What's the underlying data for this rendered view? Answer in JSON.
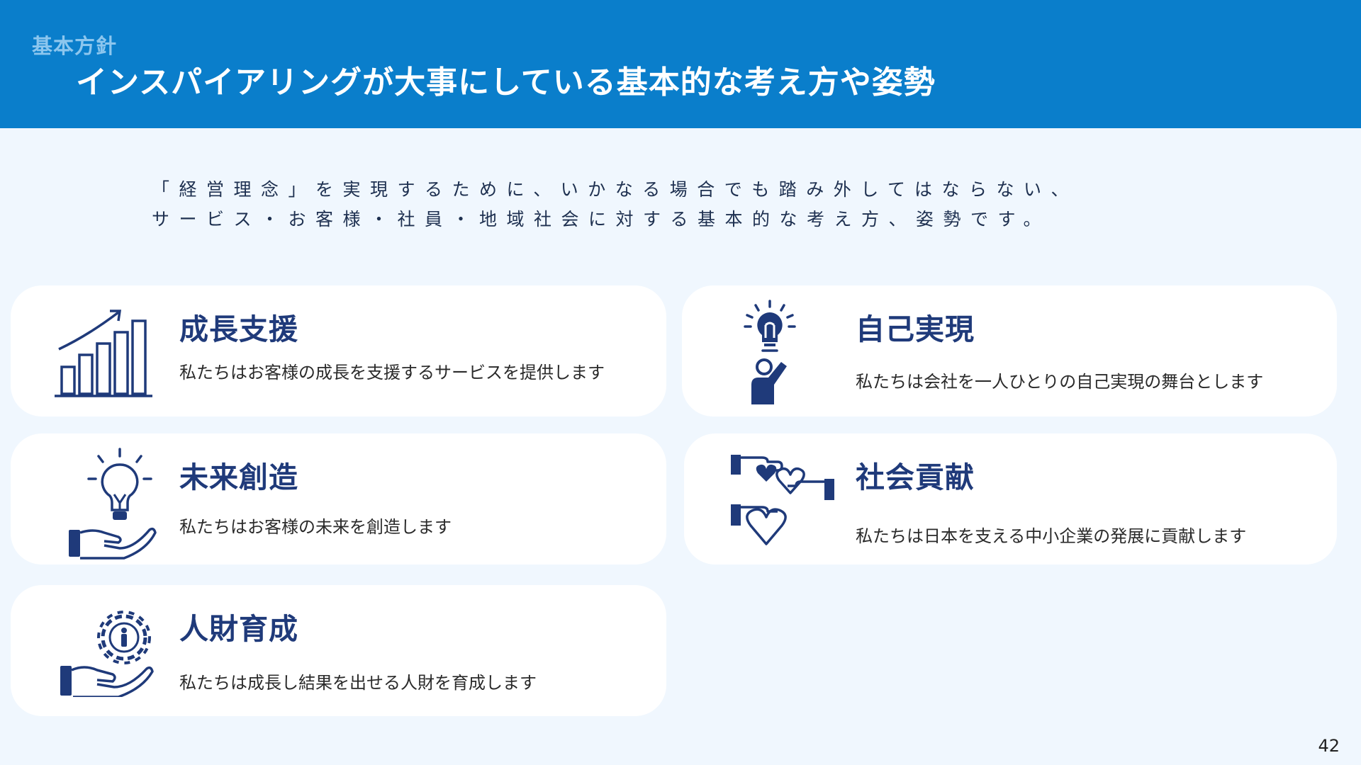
{
  "header": {
    "section_label": "基本方針",
    "title": "インスパイアリングが大事にしている基本的な考え方や姿勢"
  },
  "intro": {
    "line1": "「経営理念」を実現するために、いかなる場合でも踏み外してはならない、",
    "line2": "サービス・お客様・社員・地域社会に対する基本的な考え方、姿勢です。"
  },
  "cards": [
    {
      "title": "成長支援",
      "desc": "私たちはお客様の成長を支援するサービスを提供します",
      "icon": "growth-chart-icon"
    },
    {
      "title": "自己実現",
      "desc": "私たちは会社を一人ひとりの自己実現の舞台とします",
      "icon": "lightbulb-person-icon"
    },
    {
      "title": "未来創造",
      "desc": "私たちはお客様の未来を創造します",
      "icon": "hand-lightbulb-icon"
    },
    {
      "title": "社会貢献",
      "desc": "私たちは日本を支える中小企業の発展に貢献します",
      "icon": "hands-hearts-icon"
    },
    {
      "title": "人財育成",
      "desc": "私たちは成長し結果を出せる人財を育成します",
      "icon": "hand-gear-person-icon"
    }
  ],
  "page_number": "42",
  "colors": {
    "header_bg": "#0a7ecb",
    "page_bg": "#f0f7fe",
    "card_title": "#1f3a7a",
    "icon": "#1f3a7a"
  }
}
